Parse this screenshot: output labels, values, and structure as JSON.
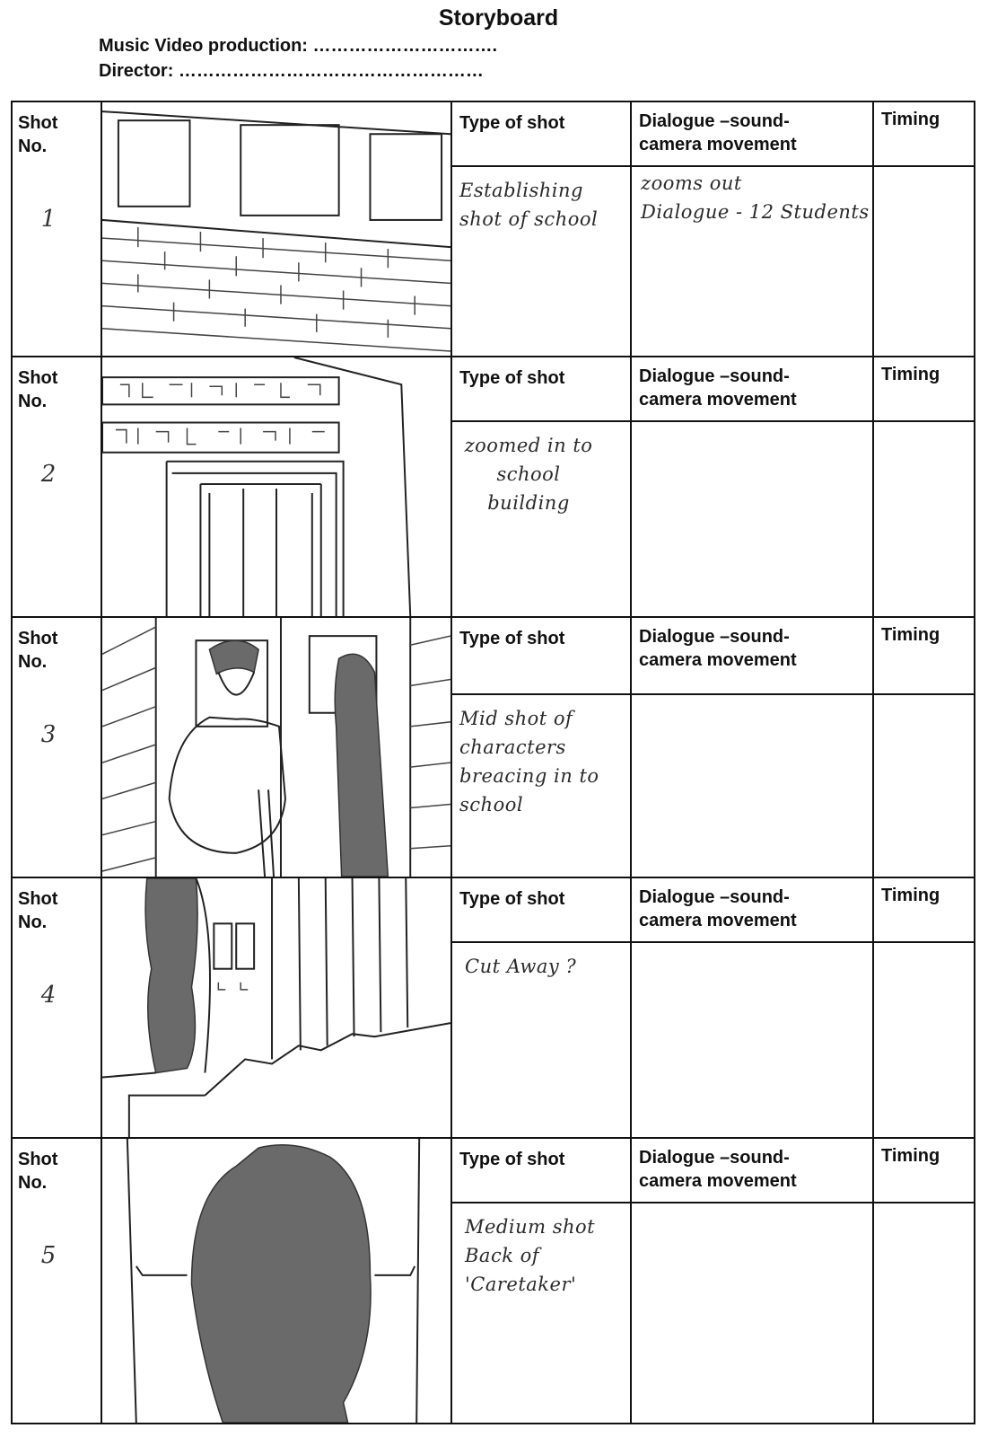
{
  "header": {
    "title": "Storyboard",
    "production_label": "Music Video production:",
    "production_dots": "………………………….",
    "director_label": "Director:",
    "director_dots": "……………………………………………"
  },
  "labels": {
    "shot_no": "Shot No.",
    "type_of_shot": "Type of shot",
    "dialogue": "Dialogue –sound-\ncamera movement",
    "timing": "Timing"
  },
  "shots": [
    {
      "number": "1",
      "type": "Establishing shot of school",
      "dialogue": "zooms out\nDialogue - 12 Students",
      "timing": ""
    },
    {
      "number": "2",
      "type": "zoomed in to school building",
      "dialogue": "",
      "timing": ""
    },
    {
      "number": "3",
      "type": "Mid shot of characters breacing in to school",
      "dialogue": "",
      "timing": ""
    },
    {
      "number": "4",
      "type": "Cut Away ?",
      "dialogue": "",
      "timing": ""
    },
    {
      "number": "5",
      "type": "Medium shot Back of 'Caretaker'",
      "dialogue": "",
      "timing": ""
    }
  ]
}
